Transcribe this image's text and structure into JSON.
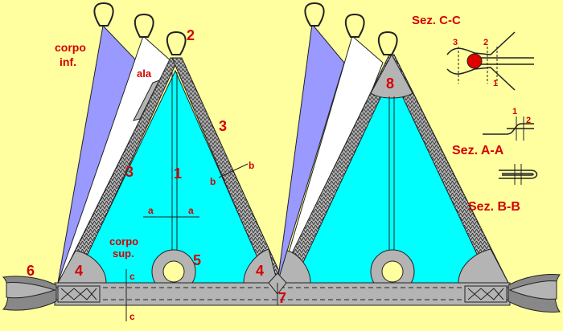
{
  "colors": {
    "background": "#ffffa0",
    "fabric": "#00ffff",
    "grey_fabric": "#b4b4b4",
    "lavender_fabric": "#9999ff",
    "white_fabric": "#ffffff",
    "labels": "#d40000",
    "pin_red": "#e00000"
  },
  "labels": {
    "corpo_inf_1": "corpo",
    "corpo_inf_2": "inf.",
    "ala": "ala",
    "corpo_sup_1": "corpo",
    "corpo_sup_2": "sup.",
    "n1": "1",
    "n2": "2",
    "n3_right": "3",
    "n3_left": "3",
    "n4_left": "4",
    "n4_mid": "4",
    "n5": "5",
    "n6": "6",
    "n7": "7",
    "n8": "8",
    "a_left": "a",
    "a_right": "a",
    "b_top": "b",
    "b_bottom": "b",
    "c_top": "c",
    "c_bottom": "c"
  },
  "sections": {
    "cc_title": "Sez. C-C",
    "cc_n3": "3",
    "cc_n2": "2",
    "cc_n1": "1",
    "aa_title": "Sez. A-A",
    "aa_n1": "1",
    "aa_n2": "2",
    "bb_title": "Sez. B-B"
  }
}
